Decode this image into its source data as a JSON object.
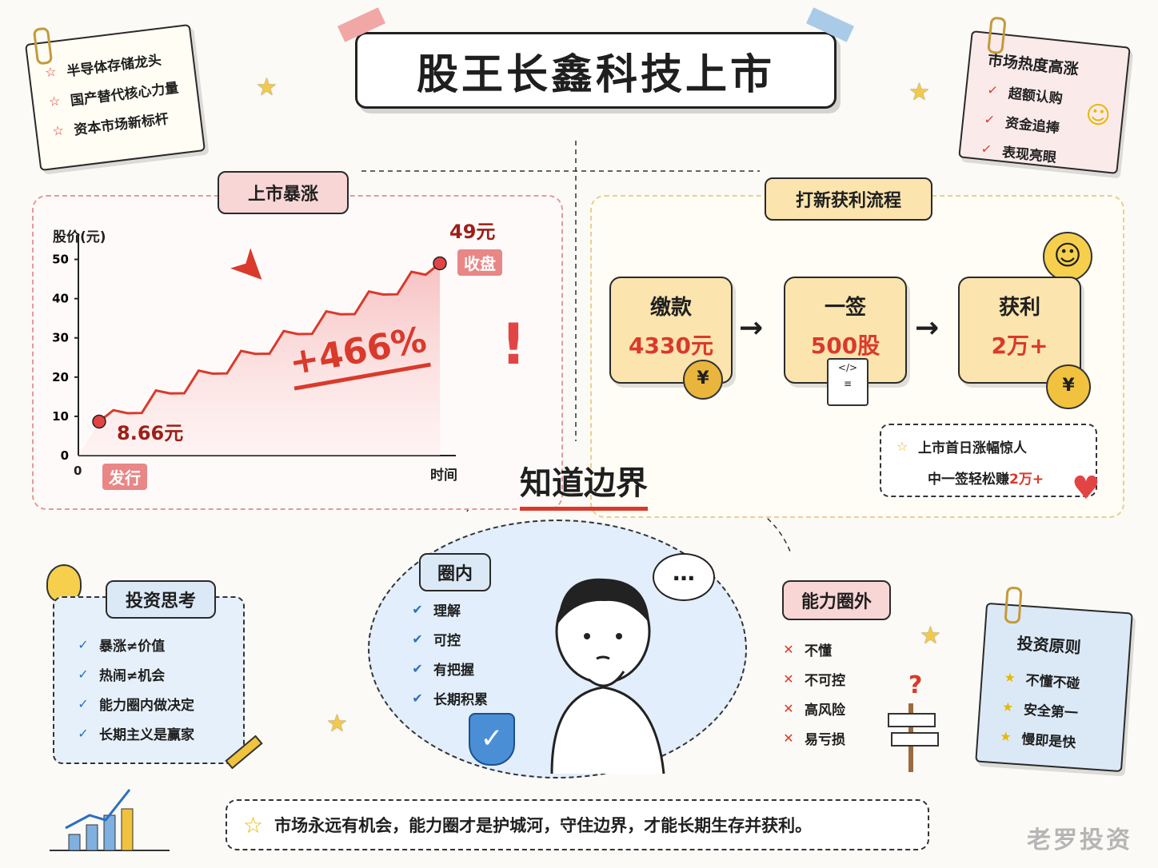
{
  "title": "股王长鑫科技上市",
  "left_note": {
    "items": [
      "半导体存储龙头",
      "国产替代核心力量",
      "资本市场新标杆"
    ]
  },
  "right_note": {
    "title": "市场热度高涨",
    "items": [
      "超额认购",
      "资金追捧",
      "表现亮眼"
    ]
  },
  "surge": {
    "label": "上市暴涨",
    "ylabel": "股价(元)",
    "xlabel": "时间",
    "start_label": "8.66元",
    "start_tag": "发行",
    "end_label": "49元",
    "end_tag": "收盘",
    "gain": "+466%",
    "origin": "0"
  },
  "chart_data": {
    "type": "line",
    "ylabel": "股价(元)",
    "xlabel": "时间",
    "yticks": [
      0,
      10,
      20,
      30,
      40,
      50
    ],
    "ylim": [
      0,
      55
    ],
    "series": [
      {
        "values": [
          8.66,
          49
        ]
      }
    ],
    "start_value": 8.66,
    "end_value": 49
  },
  "ipo": {
    "label": "打新获利流程",
    "steps": [
      {
        "title": "缴款",
        "value": "4330元"
      },
      {
        "title": "一签",
        "value": "500股"
      },
      {
        "title": "获利",
        "value": "2万+"
      }
    ],
    "summary_line1": "上市首日涨幅惊人",
    "summary_line2_prefix": "中一签轻松赚",
    "summary_line2_highlight": "2万+"
  },
  "center_title": "知道边界",
  "inside": {
    "title": "圈内",
    "items": [
      "理解",
      "可控",
      "有把握",
      "长期积累"
    ]
  },
  "outside": {
    "title": "能力圈外",
    "items": [
      "不懂",
      "不可控",
      "高风险",
      "易亏损"
    ]
  },
  "thinking": {
    "title": "投资思考",
    "items": [
      "暴涨≠价值",
      "热闹≠机会",
      "能力圈内做决定",
      "长期主义是赢家"
    ]
  },
  "principles": {
    "title": "投资原则",
    "items": [
      "不懂不碰",
      "安全第一",
      "慢即是快"
    ]
  },
  "footer": "市场永远有机会，能力圈才是护城河，守住边界，才能长期生存并获利。",
  "watermark": "老罗投资",
  "thought_bubble": "…",
  "colors": {
    "red": "#d93a2b",
    "yellow": "#fbe4ad",
    "blue": "#dbe9f7",
    "pink": "#f8d6d6"
  }
}
